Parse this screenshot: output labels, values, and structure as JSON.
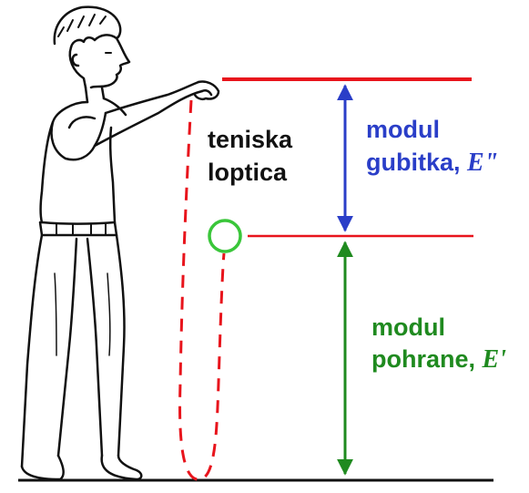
{
  "labels": {
    "ball_line1": "teniska",
    "ball_line2": "loptica",
    "loss_line1": "modul",
    "loss_line2": "gubitka,",
    "loss_symbol": "E\"",
    "storage_line1": "modul",
    "storage_line2": "pohrane,",
    "storage_symbol": "E'"
  },
  "colors": {
    "drop_height_line": "#e8141c",
    "rebound_line": "#e8141c",
    "trajectory": "#e8141c",
    "ball": "#3ac63a",
    "loss_arrow": "#2a3ec8",
    "storage_arrow": "#1f8a1f",
    "loss_text": "#2a3ec8",
    "storage_text": "#1f8a1f",
    "ball_text": "#111111",
    "figure": "#111111",
    "ground": "#111111"
  }
}
